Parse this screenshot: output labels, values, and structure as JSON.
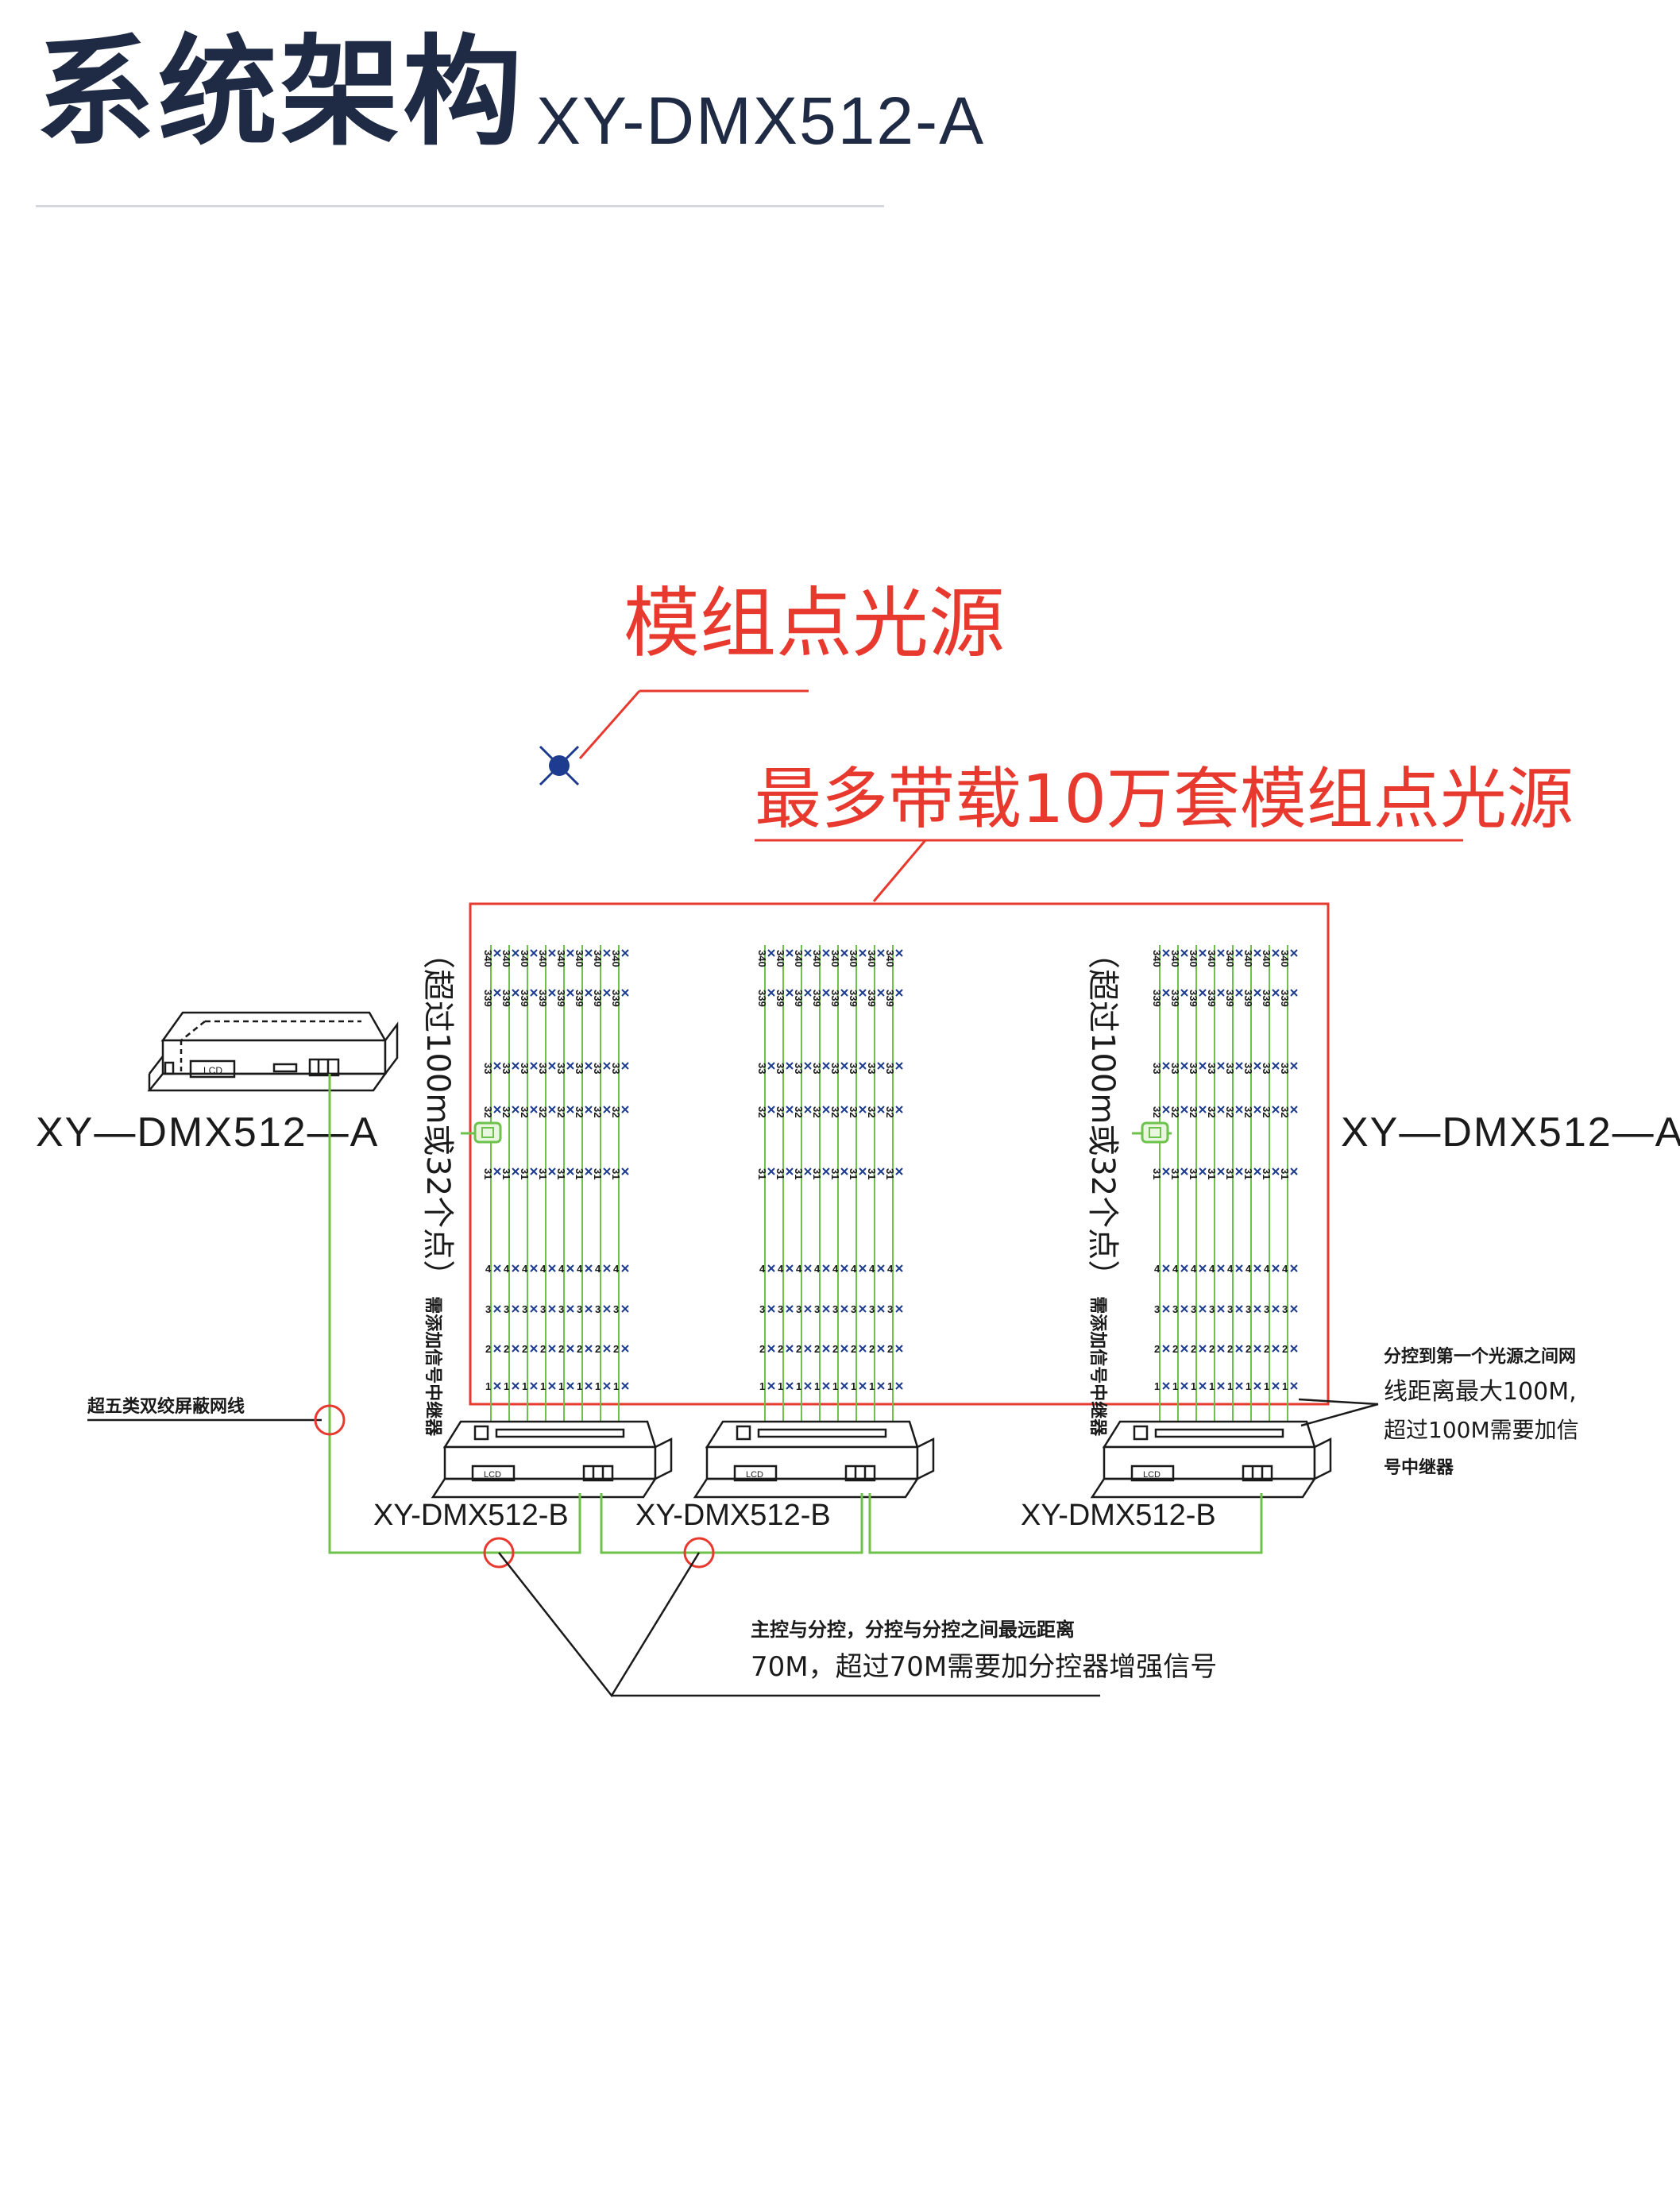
{
  "header": {
    "title": "系统架构",
    "subtitle": "XY-DMX512-A"
  },
  "diagram": {
    "callout_title": "模组点光源",
    "capacity_label": "最多带载10万套模组点光源",
    "main_controller_left_label": "XY—DMX512—A",
    "main_controller_right_label": "XY—DMX512—A",
    "screen_label": "LCD",
    "sub_controllers": [
      {
        "label": "XY-DMX512-B"
      },
      {
        "label": "XY-DMX512-B"
      },
      {
        "label": "XY-DMX512-B"
      }
    ],
    "cable_label": "超五类双绞屏蔽网线",
    "repeater_note_main": "（超过100m或32个点）",
    "repeater_note_sub": "需添加信号中继器",
    "distance_note_right": {
      "line1": "分控到第一个光源之间网",
      "line2": "线距离最大100M,",
      "line3": "超过100M需要加信",
      "line4": "号中继器"
    },
    "distance_note_bottom": {
      "line1": "主控与分控，分控与分控之间最远距离",
      "line2": "70M，超过70M需要加分控器增强信号"
    },
    "row_labels": [
      "340",
      "339",
      "33",
      "32",
      "31",
      "4",
      "3",
      "2",
      "1"
    ],
    "colors": {
      "accent_red": "#e8392f",
      "line_green": "#6cc24a",
      "node_blue": "#1d3c8f",
      "drawing_black": "#1a1a1a"
    }
  }
}
